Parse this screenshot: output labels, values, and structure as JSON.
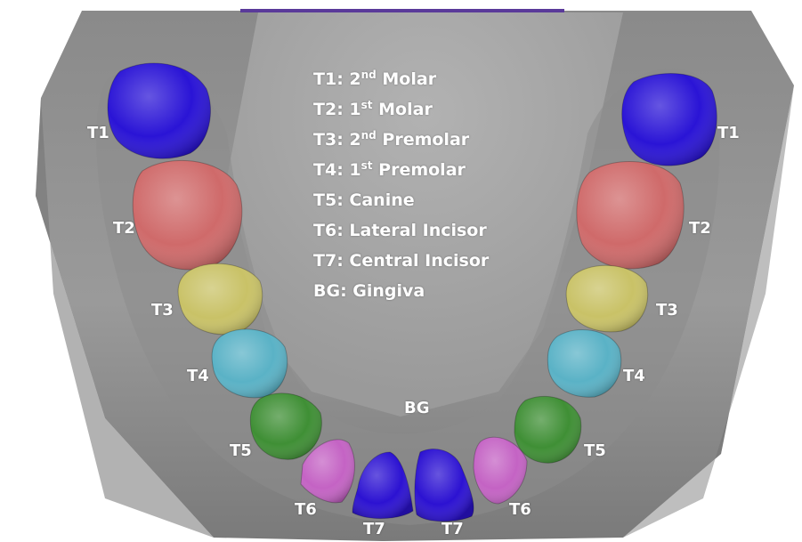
{
  "legend": [
    {
      "code": "T1",
      "name_pre": "2",
      "sup": "nd",
      "name_post": " Molar"
    },
    {
      "code": "T2",
      "name_pre": "1",
      "sup": "st",
      "name_post": " Molar"
    },
    {
      "code": "T3",
      "name_pre": "2",
      "sup": "nd",
      "name_post": " Premolar"
    },
    {
      "code": "T4",
      "name_pre": "1",
      "sup": "st",
      "name_post": " Premolar"
    },
    {
      "code": "T5",
      "name_pre": "Canine",
      "sup": "",
      "name_post": ""
    },
    {
      "code": "T6",
      "name_pre": "Lateral Incisor",
      "sup": "",
      "name_post": ""
    },
    {
      "code": "T7",
      "name_pre": "Central Incisor",
      "sup": "",
      "name_post": ""
    },
    {
      "code": "BG",
      "name_pre": "Gingiva",
      "sup": "",
      "name_post": ""
    }
  ],
  "tooth_labels": {
    "left": [
      "T1",
      "T2",
      "T3",
      "T4",
      "T5",
      "T6",
      "T7"
    ],
    "right": [
      "T1",
      "T2",
      "T3",
      "T4",
      "T5",
      "T6",
      "T7"
    ],
    "gingiva": "BG"
  },
  "colors": {
    "T1": "#2a14d6",
    "T2": "#cf6a6a",
    "T3": "#c9c267",
    "T4": "#5ab2c6",
    "T5": "#3f8f35",
    "T6": "#c463c4",
    "T7": "#2c12d2",
    "gingiva": "#8e8e8e"
  }
}
